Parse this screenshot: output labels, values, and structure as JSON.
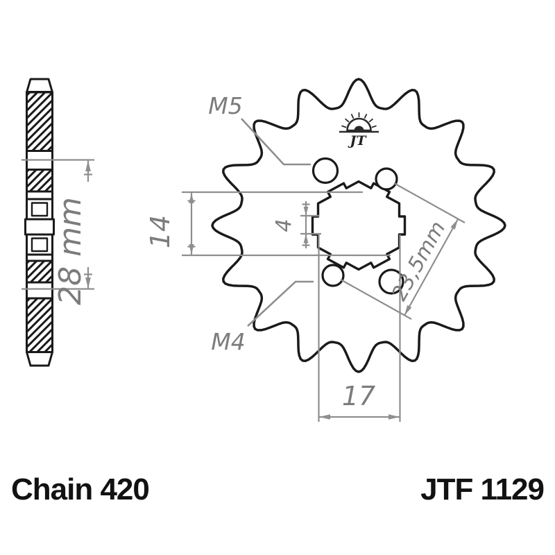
{
  "side_view": {
    "width_dim": "28 mm"
  },
  "front_view": {
    "hole_label_top": "M5",
    "hole_label_bottom": "M4",
    "bore_height_dim": "14",
    "notch_dim": "4",
    "bore_width_dim": "17",
    "hole_spacing_dim": "23,5mm",
    "logo_text": "JT"
  },
  "footer": {
    "chain_label": "Chain 420",
    "part_number": "JTF 1129"
  },
  "colors": {
    "outline": "#1a1a1a",
    "dimension_line": "#8e8e8e",
    "dimension_text": "#7c7c7c",
    "footer_text": "#121212",
    "background": "#ffffff"
  }
}
